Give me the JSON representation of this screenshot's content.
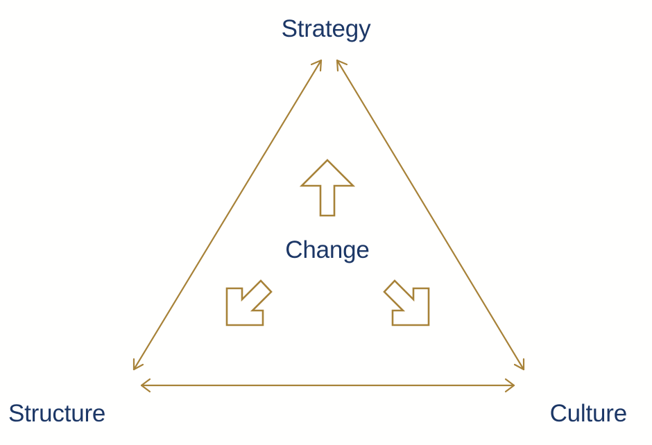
{
  "nodes": {
    "top": "Strategy",
    "center": "Change",
    "bottom_left": "Structure",
    "bottom_right": "Culture"
  },
  "colors": {
    "text": "#1c3766",
    "arrows": "#a78238",
    "background": "#fffffe"
  }
}
